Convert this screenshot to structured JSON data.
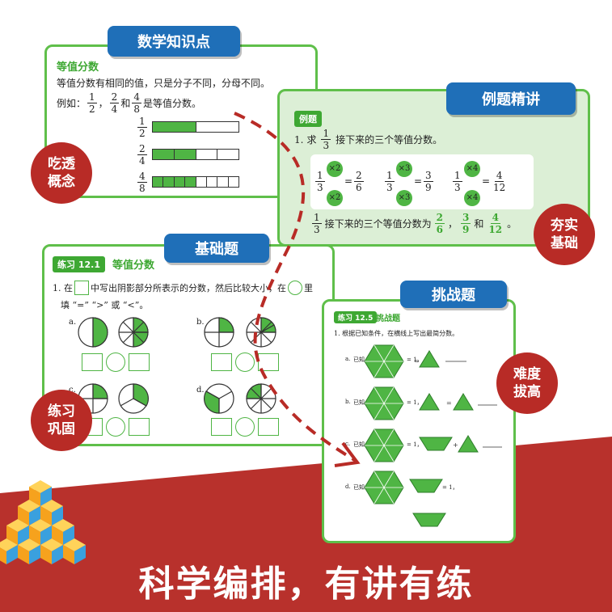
{
  "slogan": "科学编排，有讲有练",
  "colors": {
    "green": "#4fb544",
    "blue": "#1f6fb8",
    "red": "#b82b26"
  },
  "card1": {
    "tab": "数学知识点",
    "subtitle": "等值分数",
    "line1": "等值分数有相同的值，只是分子不同，分母不同。",
    "example_prefix": "例如：",
    "example_suffix": "是等值分数。",
    "and": "和",
    "fracs": [
      {
        "n": "1",
        "d": "2"
      },
      {
        "n": "2",
        "d": "4"
      },
      {
        "n": "4",
        "d": "8"
      }
    ],
    "badge": [
      "吃透",
      "概念"
    ]
  },
  "card2": {
    "tab": "例题精讲",
    "chip": "例题",
    "q_num": "1.",
    "q_pre": "求",
    "q_post": "接下来的三个等值分数。",
    "q_frac": {
      "n": "1",
      "d": "3"
    },
    "mults": [
      "×2",
      "×3",
      "×4"
    ],
    "results": [
      {
        "n": "2",
        "d": "6"
      },
      {
        "n": "3",
        "d": "9"
      },
      {
        "n": "4",
        "d": "12"
      }
    ],
    "answer_mid": "接下来的三个等值分数为",
    "answer_and": "和",
    "answer_end": "。",
    "badge": [
      "夯实",
      "基础"
    ]
  },
  "card3": {
    "tab": "基础题",
    "chip": "练习 12.1",
    "chip_title": "等值分数",
    "q1a": "1.  在",
    "q1b": "中写出阴影部分所表示的分数，然后比较大小，在",
    "q1c": "里",
    "q2": "填 “=” “>” 或 “<”。",
    "labels": [
      "a.",
      "b.",
      "c.",
      "d."
    ],
    "badge": [
      "练习",
      "巩固"
    ]
  },
  "card4": {
    "tab": "挑战题",
    "chip": "练习 12.5",
    "chip_title": "挑战题",
    "question": "1.  根据已知条件，在横线上写出最简分数。",
    "rows": [
      {
        "label": "a.",
        "known": "已知",
        "eq": "= 1，"
      },
      {
        "label": "b.",
        "known": "已知",
        "eq": "= 1，"
      },
      {
        "label": "c.",
        "known": "已知",
        "eq": "= 1，"
      },
      {
        "label": "d.",
        "known": "已知",
        "eq": "= 1，"
      }
    ],
    "badge": [
      "难度",
      "拔高"
    ]
  }
}
